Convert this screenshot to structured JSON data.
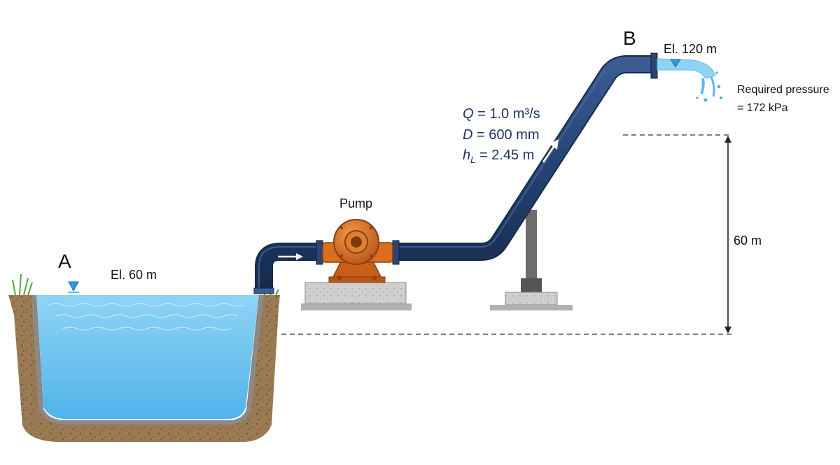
{
  "points": {
    "a_label": "A",
    "b_label": "B"
  },
  "elevations": {
    "a": "El. 60 m",
    "b": "El. 120 m"
  },
  "pump": {
    "label": "Pump"
  },
  "flow": {
    "q_symbol": "Q",
    "q_value": "= 1.0 m³/s",
    "d_symbol": "D",
    "d_value": "= 600 mm",
    "hl_symbol": "h",
    "hl_sub": "L",
    "hl_value": "= 2.45 m"
  },
  "outlet": {
    "line1": "Required pressure",
    "line2": "=  172 kPa"
  },
  "dimension": {
    "label": "60 m"
  },
  "colors": {
    "water": "#7ccaf0",
    "pipe": "#23406e",
    "pump": "#d96e1e",
    "soil": "#9a7a52",
    "concrete": "#c9c9c9",
    "grass": "#5aa340",
    "marker": "#2a9be0"
  }
}
